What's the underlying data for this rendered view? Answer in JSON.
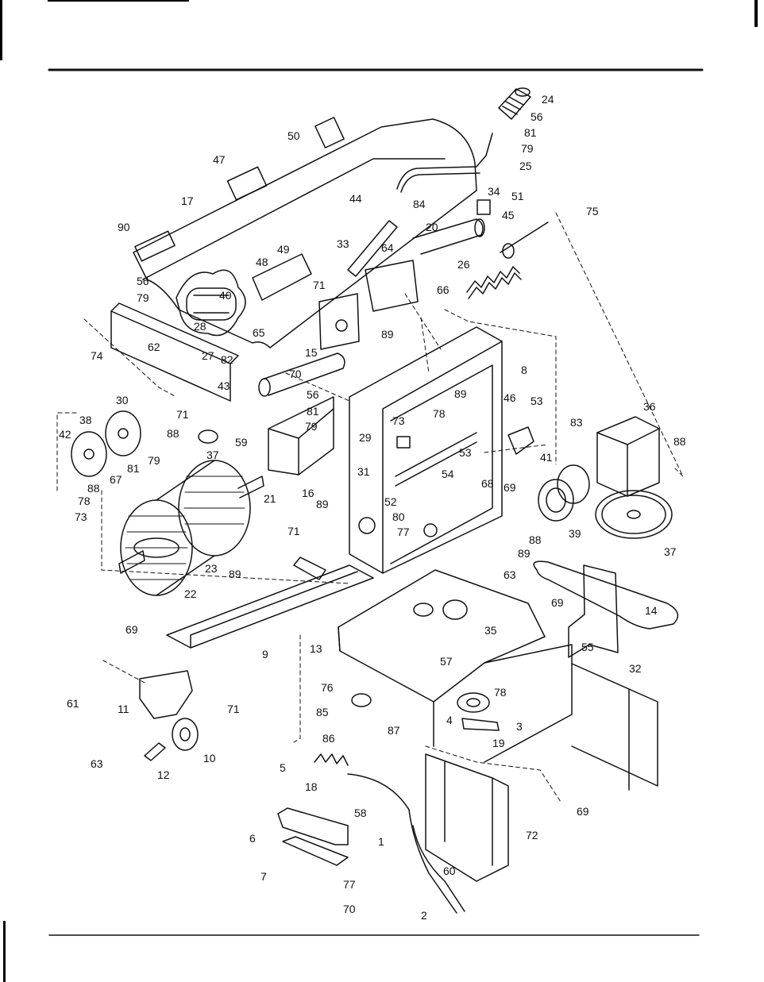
{
  "diagram": {
    "type": "exploded-parts-diagram",
    "part_labels": {
      "p1": "1",
      "p2": "2",
      "p3": "3",
      "p4": "4",
      "p5": "5",
      "p6": "6",
      "p7": "7",
      "p8": "8",
      "p9": "9",
      "p10": "10",
      "p11": "11",
      "p12": "12",
      "p13": "13",
      "p14": "14",
      "p15": "15",
      "p16": "16",
      "p17": "17",
      "p18": "18",
      "p19": "19",
      "p20": "20",
      "p21": "21",
      "p22": "22",
      "p23": "23",
      "p24": "24",
      "p25": "25",
      "p26": "26",
      "p27": "27",
      "p28": "28",
      "p29": "29",
      "p30": "30",
      "p31": "31",
      "p32": "32",
      "p33": "33",
      "p34": "34",
      "p35": "35",
      "p36": "36",
      "p37a": "37",
      "p37b": "37",
      "p38": "38",
      "p39": "39",
      "p40": "40",
      "p41": "41",
      "p42": "42",
      "p43": "43",
      "p44": "44",
      "p45": "45",
      "p46": "46",
      "p47": "47",
      "p48": "48",
      "p49": "49",
      "p50": "50",
      "p51": "51",
      "p52": "52",
      "p53a": "53",
      "p53b": "53",
      "p54": "54",
      "p55": "55",
      "p56a": "56",
      "p56b": "56",
      "p56c": "56",
      "p57": "57",
      "p58": "58",
      "p59": "59",
      "p60": "60",
      "p61": "61",
      "p62": "62",
      "p63a": "63",
      "p63b": "63",
      "p64": "64",
      "p65": "65",
      "p66": "66",
      "p67": "67",
      "p68": "68",
      "p69a": "69",
      "p69b": "69",
      "p69c": "69",
      "p69d": "69",
      "p70a": "70",
      "p70b": "70",
      "p71a": "71",
      "p71b": "71",
      "p71c": "71",
      "p71d": "71",
      "p72": "72",
      "p73a": "73",
      "p73b": "73",
      "p74": "74",
      "p75": "75",
      "p76": "76",
      "p77a": "77",
      "p77b": "77",
      "p78a": "78",
      "p78b": "78",
      "p78c": "78",
      "p79a": "79",
      "p79b": "79",
      "p79c": "79",
      "p79d": "79",
      "p80": "80",
      "p81a": "81",
      "p81b": "81",
      "p81c": "81",
      "p82": "82",
      "p83": "83",
      "p84": "84",
      "p85": "85",
      "p86": "86",
      "p87": "87",
      "p88a": "88",
      "p88b": "88",
      "p88c": "88",
      "p88d": "88",
      "p89a": "89",
      "p89b": "89",
      "p89c": "89",
      "p89d": "89",
      "p89e": "89",
      "p90": "90"
    }
  }
}
